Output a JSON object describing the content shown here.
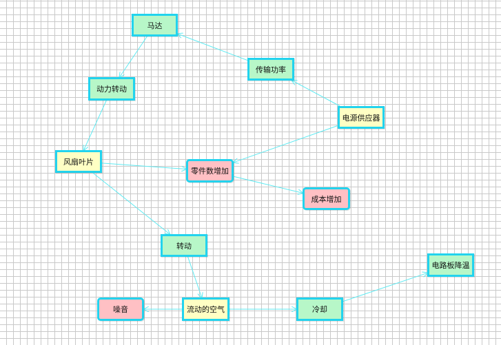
{
  "colors": {
    "green": "#b7f7c8",
    "yellow": "#ffffc4",
    "red": "#ffc0c4",
    "border": "#22d3ee",
    "edge": "#5eeaf2"
  },
  "nodes": {
    "mada": {
      "label": "马达",
      "fill": "green"
    },
    "chuanshu": {
      "label": "传输功率",
      "fill": "green"
    },
    "dongli": {
      "label": "动力转动",
      "fill": "green"
    },
    "dianyuan": {
      "label": "电源供应器",
      "fill": "yellow"
    },
    "fengshan": {
      "label": "风扇叶片",
      "fill": "yellow"
    },
    "lingjian": {
      "label": "零件数增加",
      "fill": "red"
    },
    "chengben": {
      "label": "成本增加",
      "fill": "red"
    },
    "zhuandong": {
      "label": "转动",
      "fill": "green"
    },
    "dianlu": {
      "label": "电路板降温",
      "fill": "green"
    },
    "zaoyin": {
      "label": "噪音",
      "fill": "red"
    },
    "liudong": {
      "label": "流动的空气",
      "fill": "yellow"
    },
    "lengque": {
      "label": "冷却",
      "fill": "green"
    }
  },
  "edges": [
    {
      "from": "mada",
      "to": "dongli"
    },
    {
      "from": "chuanshu",
      "to": "mada"
    },
    {
      "from": "dianyuan",
      "to": "chuanshu"
    },
    {
      "from": "dongli",
      "to": "fengshan"
    },
    {
      "from": "fengshan",
      "to": "lingjian"
    },
    {
      "from": "dianyuan",
      "to": "lingjian"
    },
    {
      "from": "lingjian",
      "to": "chengben"
    },
    {
      "from": "fengshan",
      "to": "zhuandong"
    },
    {
      "from": "zhuandong",
      "to": "liudong"
    },
    {
      "from": "liudong",
      "to": "zaoyin"
    },
    {
      "from": "liudong",
      "to": "lengque"
    },
    {
      "from": "lengque",
      "to": "dianlu"
    }
  ]
}
